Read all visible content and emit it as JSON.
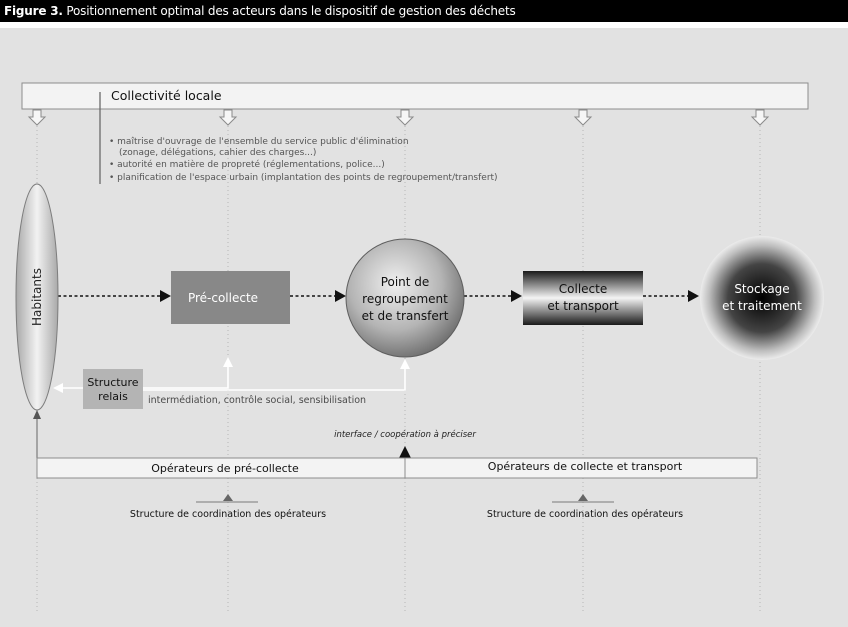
{
  "figure": {
    "label": "Figure 3.",
    "title": "Positionnement optimal des acteurs dans le dispositif de gestion des déchets"
  },
  "collectivite": {
    "title": "Collectivité locale",
    "bullets": [
      "• maîtrise d'ouvrage de l'ensemble du service public d'élimination",
      "(zonage, délégations, cahier des charges...)",
      "• autorité en matière de propreté (réglementations, police...)",
      "• planification de l'espace urbain (implantation des points de regroupement/transfert)"
    ]
  },
  "nodes": {
    "habitants": "Habitants",
    "precollecte": "Pré-collecte",
    "point": [
      "Point de",
      "regroupement",
      "et de transfert"
    ],
    "collecte": [
      "Collecte",
      "et transport"
    ],
    "stockage": [
      "Stockage",
      "et traitement"
    ],
    "structure_relais": [
      "Structure",
      "relais"
    ]
  },
  "labels": {
    "intermediation": "intermédiation, contrôle social, sensibilisation",
    "interface": "interface / coopération à préciser"
  },
  "operateurs": {
    "left": "Opérateurs de pré-collecte",
    "right": "Opérateurs de collecte et transport",
    "coord_left": "Structure de coordination des opérateurs",
    "coord_right": "Structure de coordination des opérateurs"
  },
  "colors": {
    "panel": "#e2e2e2",
    "precollecte_box": "#888888",
    "relais_box": "#b4b4b4",
    "title_bar": "#000000"
  }
}
